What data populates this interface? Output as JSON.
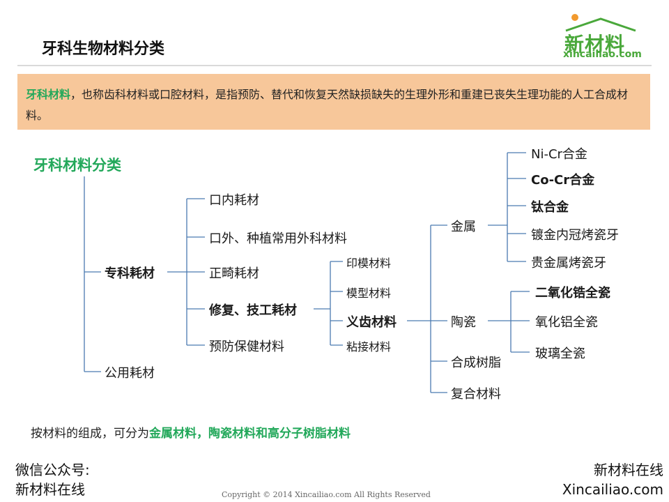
{
  "slide": {
    "title": "牙科生物材料分类",
    "logo": {
      "cn": "新材料",
      "en": "xincailiao.com"
    },
    "definition": {
      "term": "牙科材料",
      "text": "，也称齿科材料或口腔材料，是指预防、替代和恢复天然缺损缺失的生理外形和重建已丧失生理功能的人工合成材料。"
    }
  },
  "tree": {
    "root": "牙科材料分类",
    "l1_special": "专科耗材",
    "l1_public": "公用耗材",
    "l2": [
      "口内耗材",
      "口外、种植常用外科材料",
      "正畸耗材",
      "修复、技工耗材",
      "预防保健材料"
    ],
    "l3": [
      "印模材料",
      "模型材料",
      "义齿材料",
      "粘接材料"
    ],
    "l4": [
      "金属",
      "陶瓷",
      "合成树脂",
      "复合材料"
    ],
    "metals": [
      "Ni-Cr合金",
      "Co-Cr合金",
      "钛合金",
      "镀金内冠烤瓷牙",
      "贵金属烤瓷牙"
    ],
    "ceramics": [
      "二氧化锆全瓷",
      "氧化铝全瓷",
      "玻璃全瓷"
    ]
  },
  "summary": {
    "prefix": "按材料的组成，可分为",
    "highlight": "金属材料，陶瓷材料和高分子树脂材料"
  },
  "footer": {
    "wechat_label": "微信公众号:",
    "wechat_name": "新材料在线",
    "brand_cn": "新材料在线",
    "brand_en": "Xincailiao.com",
    "copyright": "Copyright © 2014   Xincailiao.com    All Rights Reserved"
  },
  "colors": {
    "green": "#22a85a",
    "red": "#d0211c",
    "line": "#4a7ab0",
    "box": "#f7c79a",
    "logo": "#4aa83b"
  }
}
